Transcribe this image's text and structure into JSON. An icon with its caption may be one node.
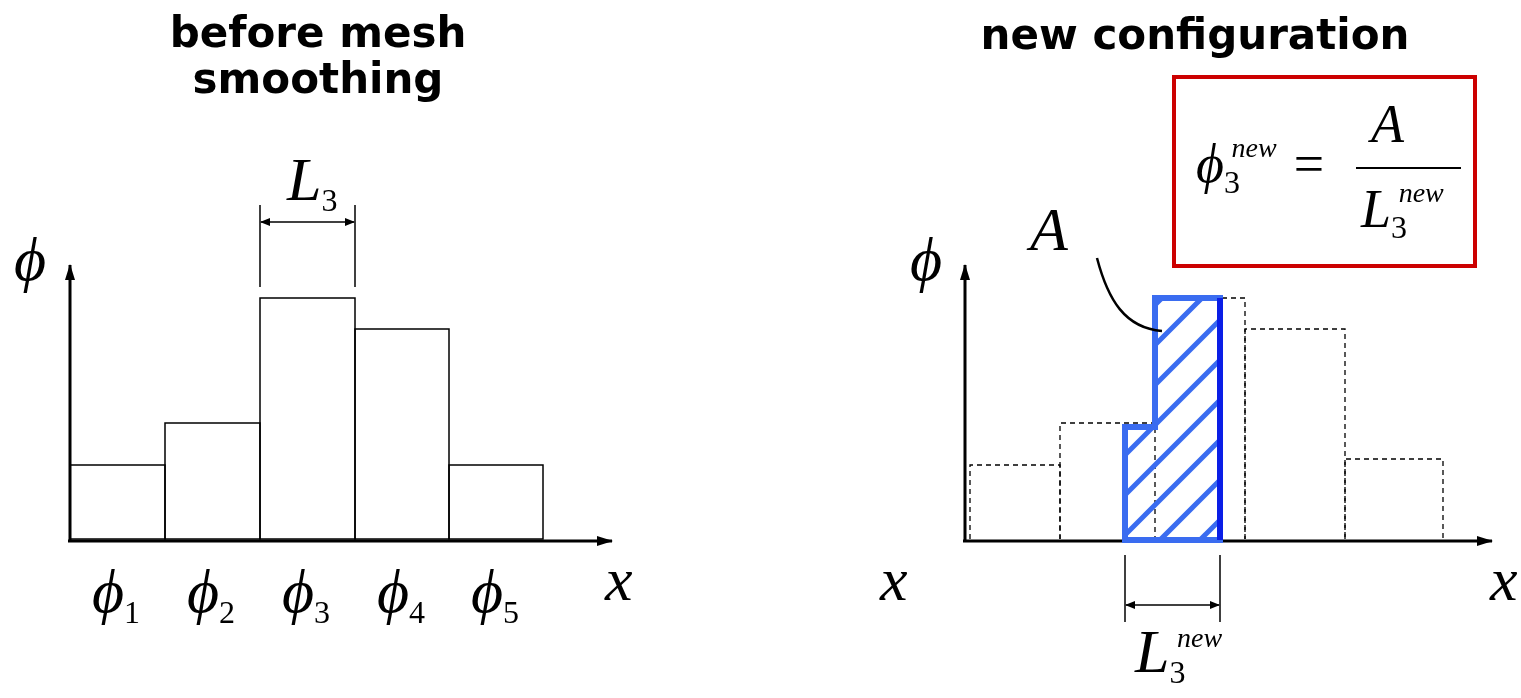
{
  "diagram": {
    "nodes": [
      {
        "text": [
          "A"
        ]
      },
      {
        "text": [],
        "shape": "bar"
      },
      {
        "text": [
          "ϕ$_{3}$$^{new}$ =",
          "A",
          "L$_{3}$$^{new}$"
        ]
      }
    ],
    "edges": [
      {
        "from": 0,
        "to": 1,
        "arrow": "none"
      }
    ],
    "labels": [
      "before mesh smoothing",
      "new configuration",
      "L$_{3}$",
      "ϕ",
      "ϕ$_{1}$",
      "ϕ$_{2}$",
      "ϕ$_{3}$",
      "ϕ$_{4}$",
      "ϕ$_{5}$",
      "x",
      "ϕ",
      "x",
      "x",
      "L$_{3}$$^{new}$"
    ]
  }
}
